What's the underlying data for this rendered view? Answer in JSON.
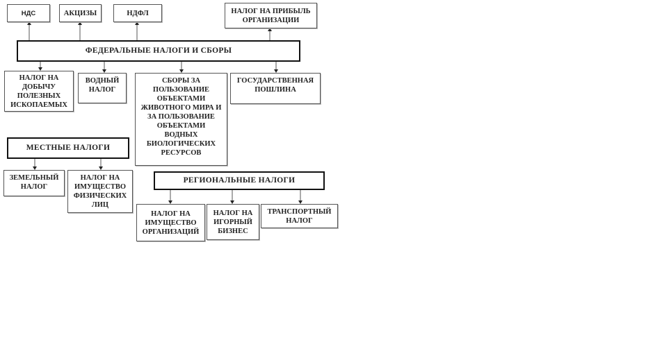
{
  "diagram": {
    "federal": {
      "title": "ФЕДЕРАЛЬНЫЕ НАЛОГИ И СБОРЫ",
      "above": [
        {
          "label": "НДС"
        },
        {
          "label": "АКЦИЗЫ"
        },
        {
          "label": "НДФЛ"
        },
        {
          "label": "НАЛОГ НА ПРИБЫЛЬ\nОРГАНИЗАЦИИ"
        }
      ],
      "below": [
        {
          "label": "НАЛОГ НА\nДОБЫЧУ\nПОЛЕЗНЫХ\nИСКОПАЕМЫХ"
        },
        {
          "label": "ВОДНЫЙ\nНАЛОГ"
        },
        {
          "label": "СБОРЫ ЗА\nПОЛЬЗОВАНИЕ\nОБЪЕКТАМИ\nЖИВОТНОГО МИРА И\nЗА ПОЛЬЗОВАНИЕ\nОБЪЕКТАМИ\nВОДНЫХ\nБИОЛОГИЧЕСКИХ\nРЕСУРСОВ"
        },
        {
          "label": "ГОСУДАРСТВЕННАЯ\nПОШЛИНА"
        }
      ]
    },
    "local": {
      "title": "МЕСТНЫЕ НАЛОГИ",
      "children": [
        {
          "label": "ЗЕМЕЛЬНЫЙ\nНАЛОГ"
        },
        {
          "label": "НАЛОГ НА\nИМУЩЕСТВО\nФИЗИЧЕСКИХ\nЛИЦ"
        }
      ]
    },
    "regional": {
      "title": "РЕГИОНАЛЬНЫЕ НАЛОГИ",
      "children": [
        {
          "label": "НАЛОГ НА\nИМУЩЕСТВО\nОРГАНИЗАЦИЙ"
        },
        {
          "label": "НАЛОГ НА\nИГОРНЫЙ\nБИЗНЕС"
        },
        {
          "label": "ТРАНСПОРТНЫЙ\nНАЛОГ"
        }
      ]
    }
  }
}
